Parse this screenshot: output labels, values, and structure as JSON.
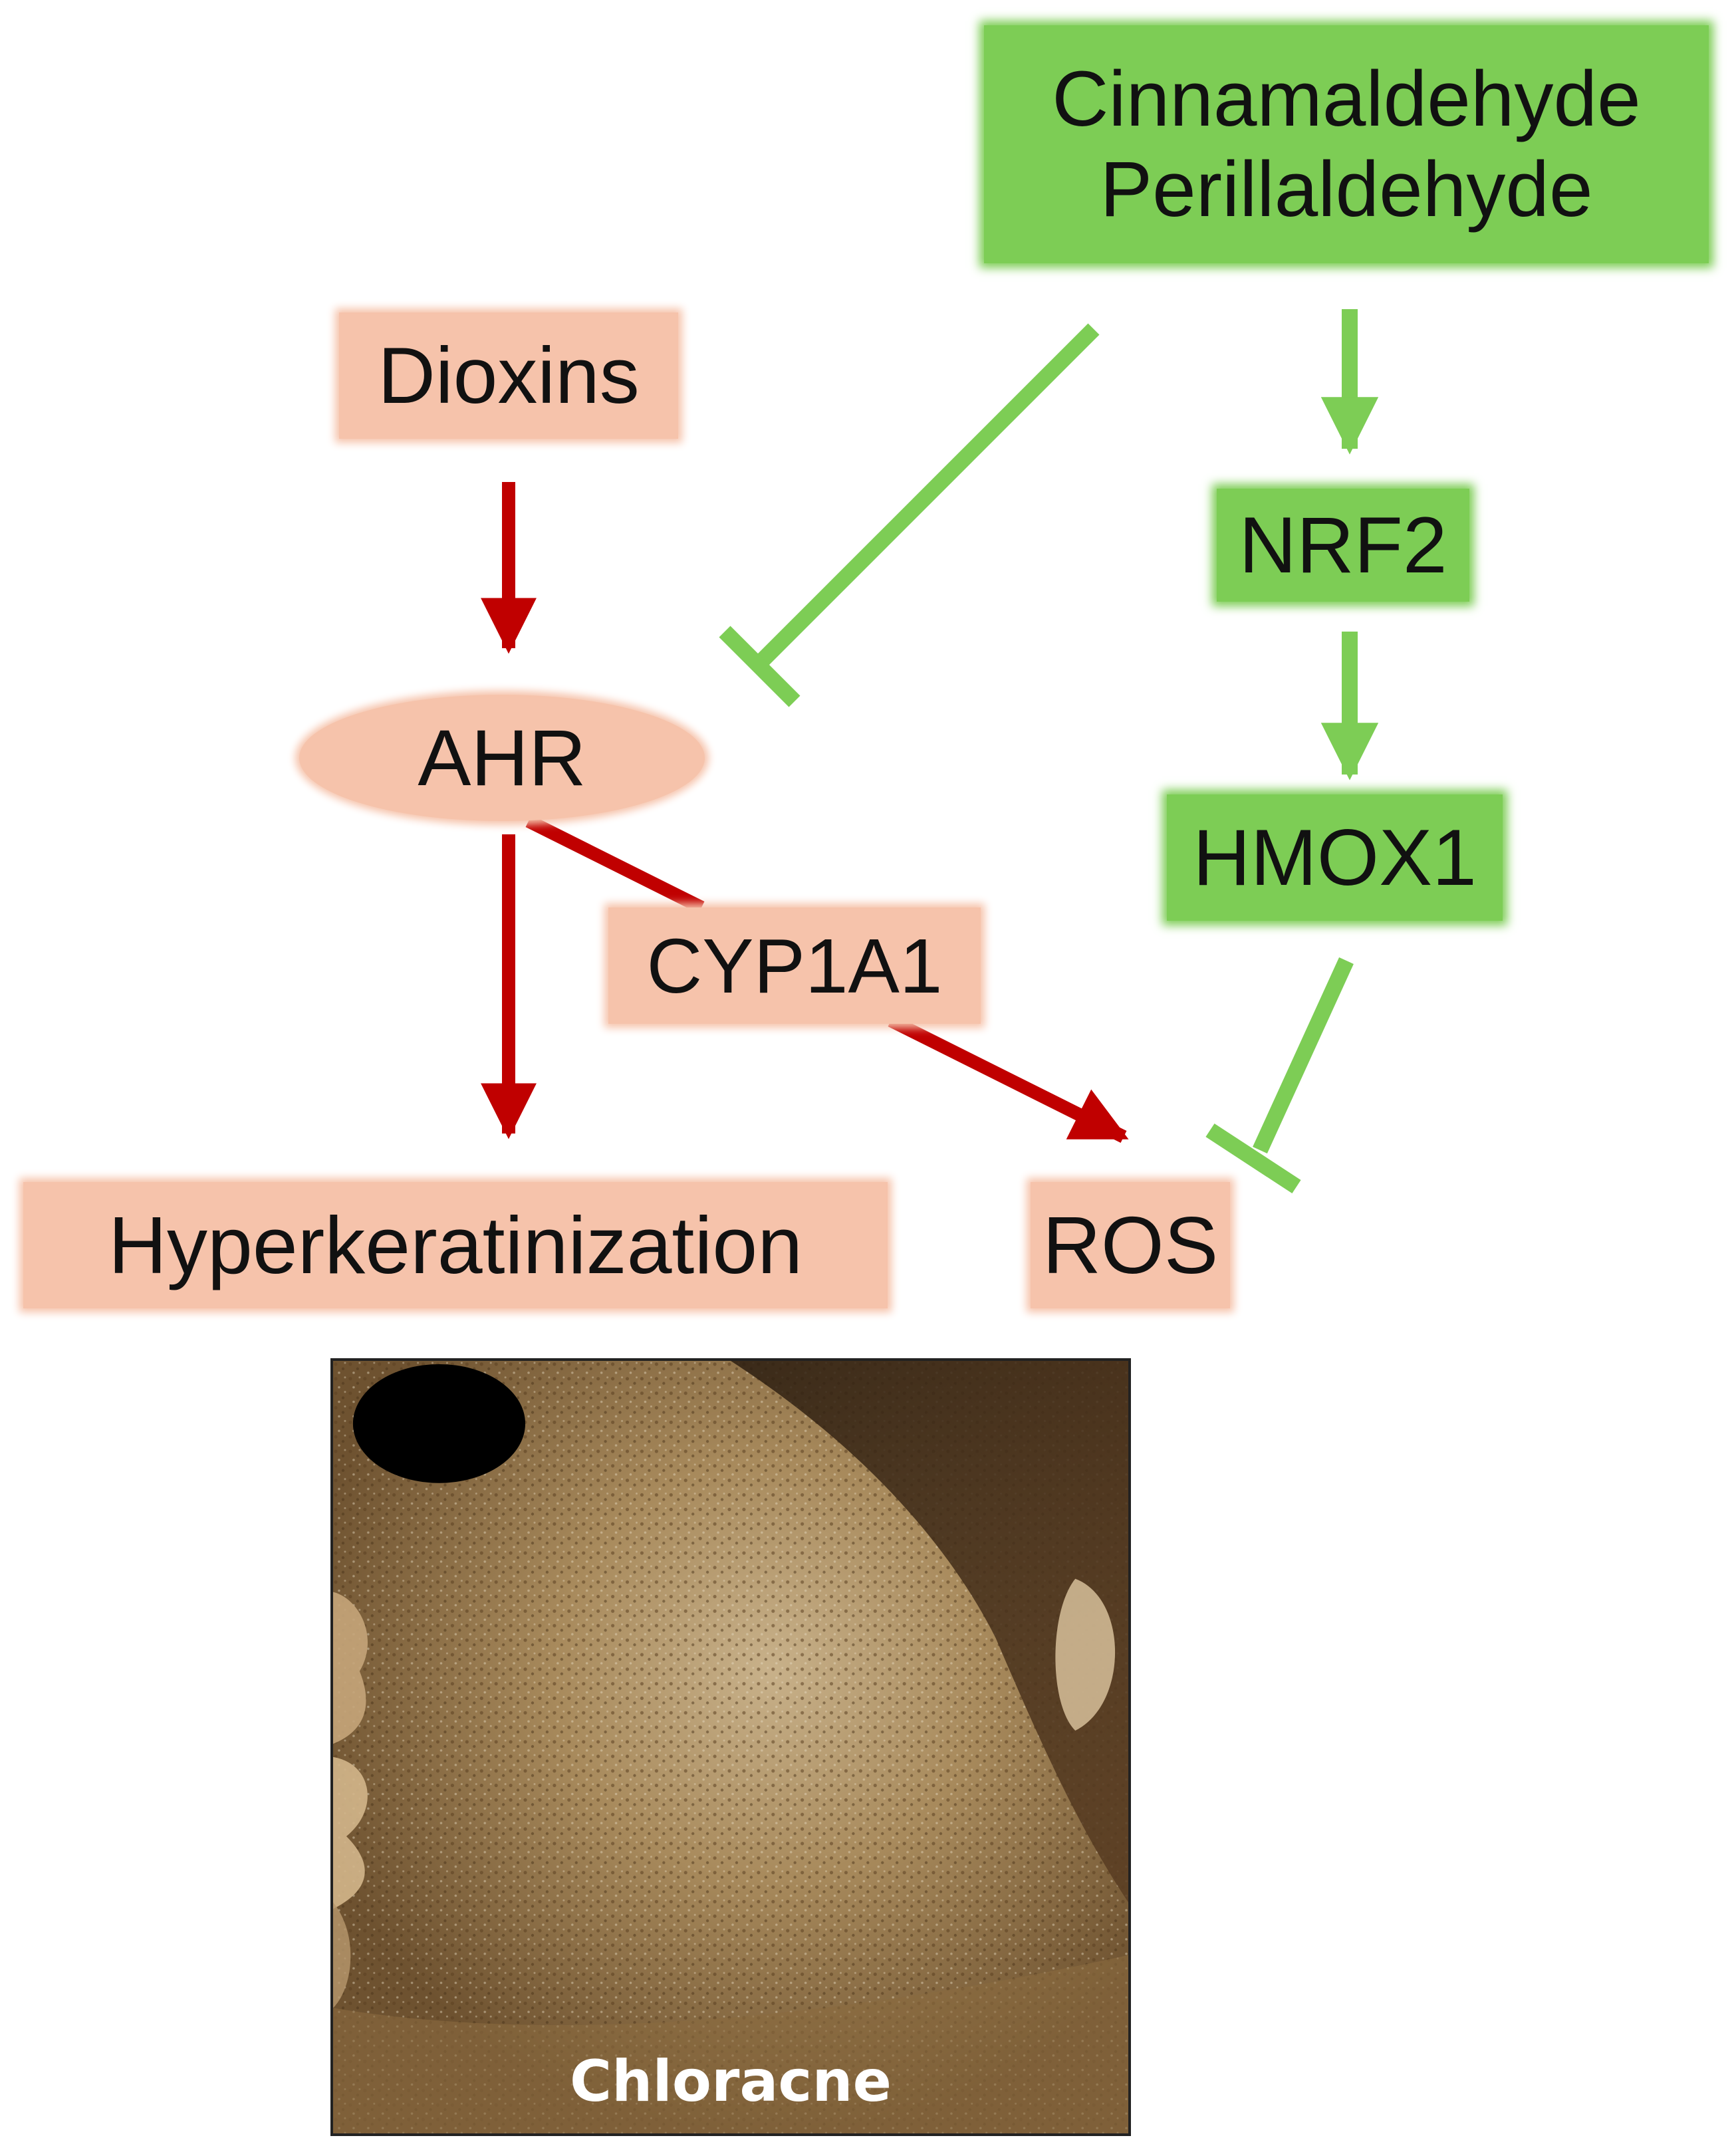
{
  "nodes": {
    "compounds": {
      "line1": "Cinnamaldehyde",
      "line2": "Perillaldehyde"
    },
    "dioxins": "Dioxins",
    "ahr": "AHR",
    "nrf2": "NRF2",
    "hmox1": "HMOX1",
    "cyp1a1": "CYP1A1",
    "hyperkeratinization": "Hyperkeratinization",
    "ros": "ROS"
  },
  "photo": {
    "label": "Chloracne"
  },
  "colors": {
    "activation_red": "#c00000",
    "inhibition_green": "#7dcd55",
    "node_red_fill": "#f6c3ab",
    "node_green_fill": "#7dcd55"
  }
}
